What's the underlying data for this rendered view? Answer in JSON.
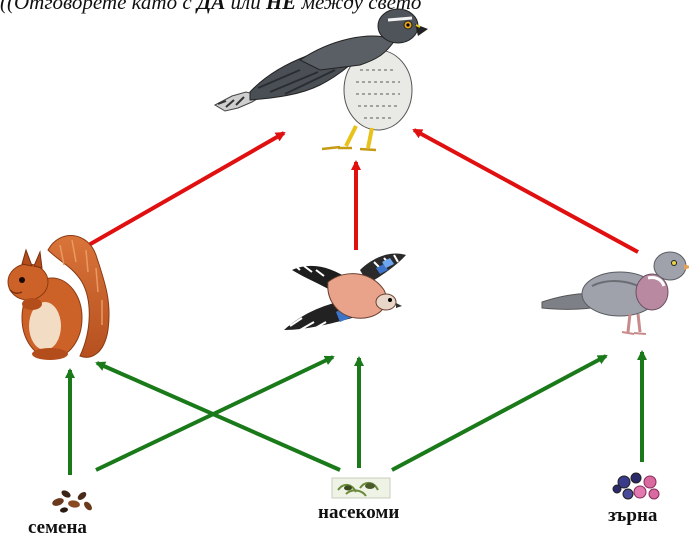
{
  "header": {
    "part1": "(Отговорете като с ",
    "da": "ДА",
    "part2": " или ",
    "ne": "НЕ",
    "part3": " между свето"
  },
  "labels": {
    "seeds": "семена",
    "insects": "насекоми",
    "grains": "зърна"
  },
  "colors": {
    "predation_arrow": "#e01010",
    "food_arrow": "#1a7a1a"
  },
  "icons": [
    "hawk",
    "squirrel",
    "jay-bird",
    "pigeon",
    "seeds",
    "insects",
    "berries"
  ]
}
